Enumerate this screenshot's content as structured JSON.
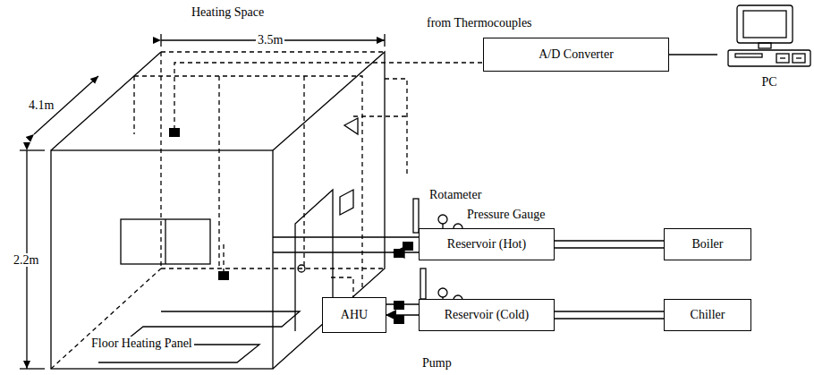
{
  "diagram": {
    "nodes": [
      {
        "text": [
          "A/D Converter"
        ]
      },
      {
        "text": [
          "PC"
        ]
      },
      {
        "text": [
          "Reservoir (Hot)"
        ]
      },
      {
        "text": [
          "Boiler"
        ]
      },
      {
        "text": [
          "AHU"
        ]
      },
      {
        "text": [
          "Reservoir (Cold)"
        ]
      },
      {
        "text": [
          "Chiller"
        ]
      }
    ],
    "edges": [
      {
        "from": 0,
        "to": 1,
        "arrow": "none"
      },
      {
        "from": 2,
        "to": 3,
        "arrow": "none"
      },
      {
        "from": 5,
        "to": 4,
        "arrow": "to"
      },
      {
        "from": 5,
        "to": 6,
        "arrow": "none"
      }
    ],
    "labels": [
      "Heating Space",
      "3.5m",
      "from Thermocouples",
      "4.1m",
      "2.2m",
      "Rotameter",
      "Pressure Gauge",
      "Floor Heating Panel",
      "Pump"
    ]
  }
}
